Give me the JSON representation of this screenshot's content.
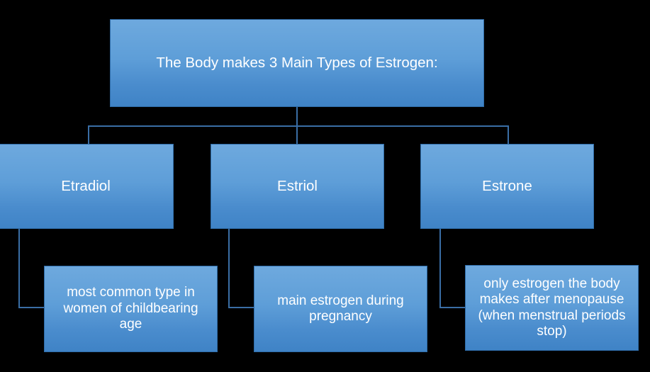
{
  "diagram": {
    "type": "hierarchy-flowchart",
    "background_color": "#000000",
    "box_fill_top": "#6ea9de",
    "box_fill_bottom": "#3f83c6",
    "box_border_color": "#2f6ca8",
    "connector_color": "#3a6ea5",
    "text_color": "#ffffff",
    "title": {
      "label": "The Body makes 3 Main Types of Estrogen:"
    },
    "types": [
      {
        "label": "Etradiol",
        "description": "most common type in women of childbearing age"
      },
      {
        "label": "Estriol",
        "description": "main estrogen during pregnancy"
      },
      {
        "label": "Estrone",
        "description": "only estrogen the body makes after menopause (when menstrual periods stop)"
      }
    ]
  }
}
